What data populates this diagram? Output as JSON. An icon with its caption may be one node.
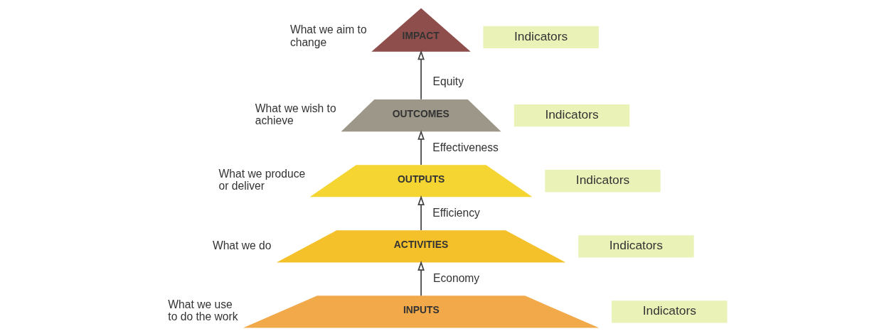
{
  "diagram": {
    "nodes": [
      {
        "text": [
          "IMPACT"
        ],
        "beside": [
          "What we aim to change"
        ]
      },
      {
        "text": [
          "Indicators"
        ]
      },
      {
        "text": [
          "OUTCOMES"
        ],
        "beside": [
          "What we wish to achieve"
        ]
      },
      {
        "text": [
          "Indicators"
        ]
      },
      {
        "text": [
          "OUTPUTS"
        ],
        "beside": [
          "What we produce or deliver"
        ]
      },
      {
        "text": [
          "Indicators"
        ]
      },
      {
        "text": [
          "ACTIVITIES"
        ],
        "beside": [
          "What we do"
        ]
      },
      {
        "text": [
          "Indicators"
        ]
      },
      {
        "text": [
          "INPUTS"
        ],
        "beside": [
          "What we use to do the work"
        ]
      },
      {
        "text": [
          "Indicators"
        ]
      }
    ],
    "edges": [
      {
        "from": 8,
        "to": 6,
        "arrow": "to"
      },
      {
        "from": 6,
        "to": 4,
        "arrow": "to"
      },
      {
        "from": 4,
        "to": 2,
        "arrow": "to"
      },
      {
        "from": 2,
        "to": 0,
        "arrow": "to"
      }
    ],
    "labels": [
      "Equity",
      "Effectiveness",
      "Efficiency",
      "Economy"
    ]
  }
}
